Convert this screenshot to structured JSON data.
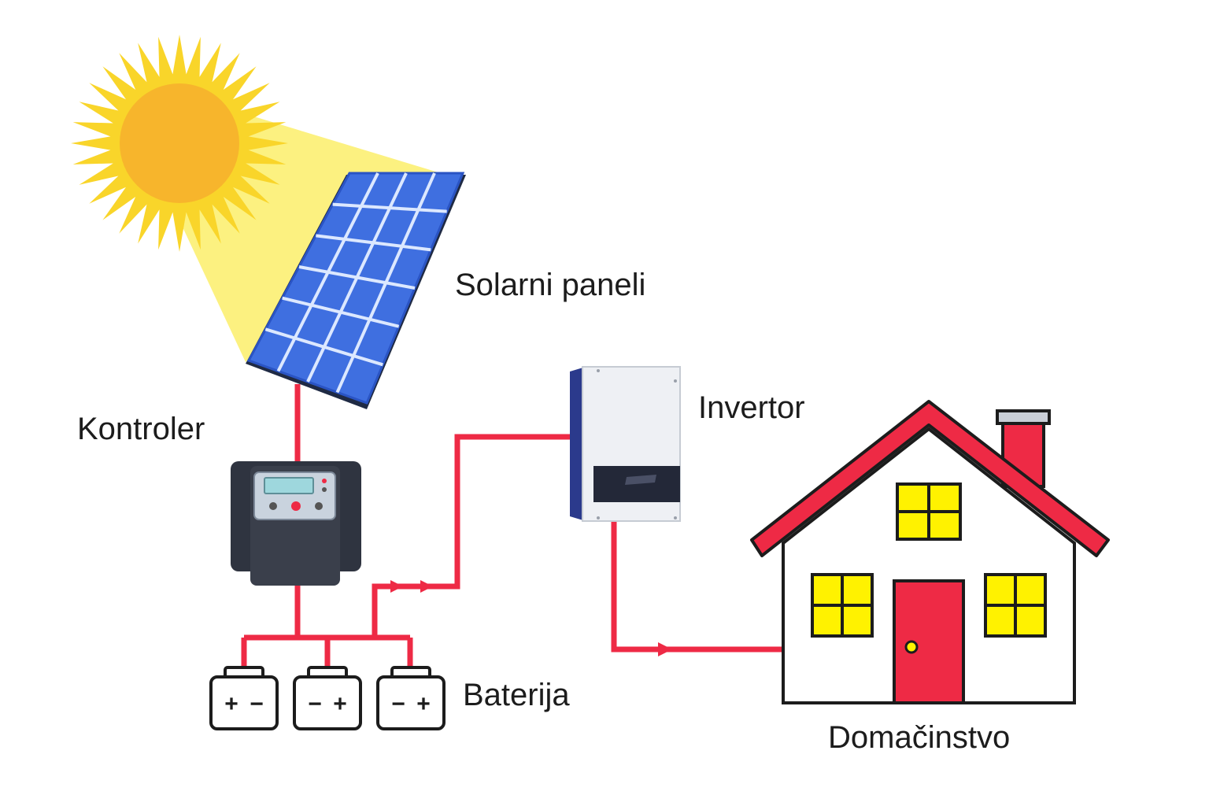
{
  "labels": {
    "solar_panels": "Solarni paneli",
    "controller": "Kontroler",
    "inverter": "Invertor",
    "battery": "Baterija",
    "household": "Domačinstvo"
  },
  "battery_terminals": [
    {
      "left": "+",
      "right": "−"
    },
    {
      "left": "−",
      "right": "+"
    },
    {
      "left": "−",
      "right": "+"
    }
  ],
  "colors": {
    "sun": "#F7B52C",
    "sun_rays": "#F9D52A",
    "light_beam": "#FBEF6A",
    "panel": "#3F6FE0",
    "panel_grid": "#DCE8FF",
    "wire": "#EE2A45",
    "controller_body": "#3A3F4B",
    "controller_screen": "#9ED7DD",
    "inverter_body": "#EEF0F4",
    "inverter_side": "#2B3A8C",
    "roof": "#EE2A45",
    "door": "#EE2A45",
    "window": "#FFF200",
    "outline": "#1c1c1c"
  }
}
